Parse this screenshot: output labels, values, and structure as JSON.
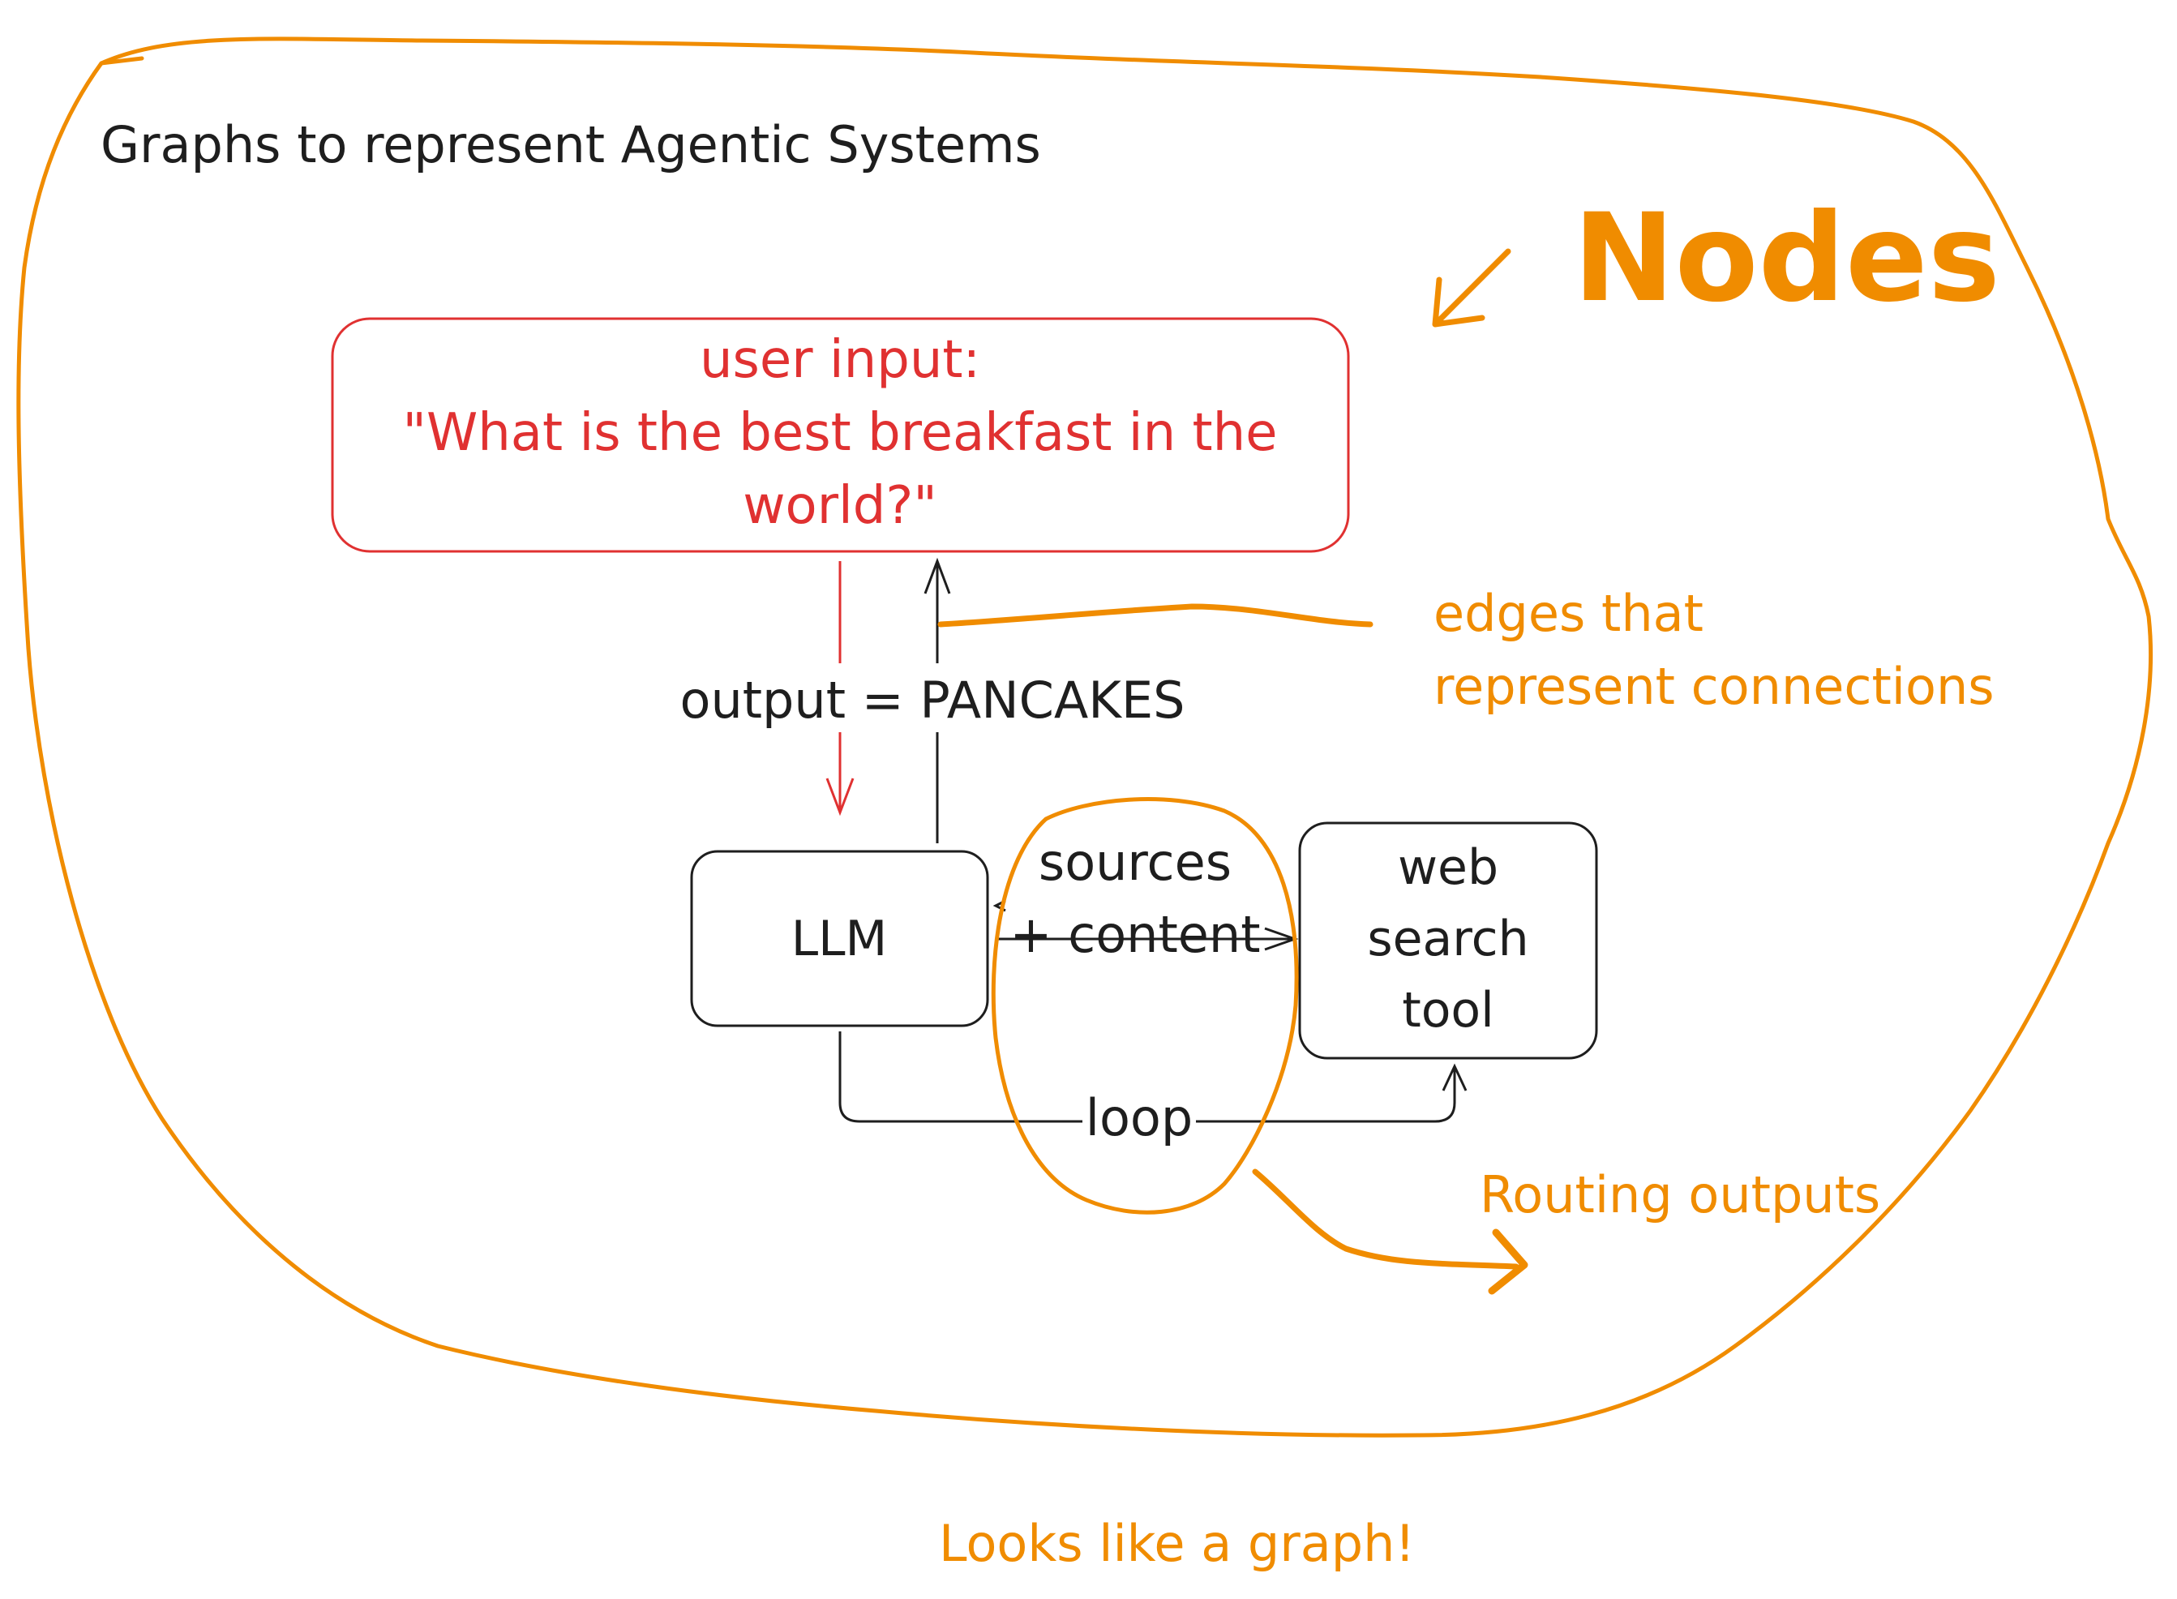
{
  "title": "Graphs to represent Agentic Systems",
  "annotations": {
    "nodes": "Nodes",
    "edges_line1": "edges that",
    "edges_line2": "represent connections",
    "routing": "Routing outputs",
    "footer": "Looks like a graph!"
  },
  "nodes": {
    "user_input_label": "user input:",
    "user_input_question_line1": "\"What is the best breakfast in the",
    "user_input_question_line2": "world?\"",
    "llm": "LLM",
    "tool_line1": "web",
    "tool_line2": "search",
    "tool_line3": "tool"
  },
  "edges": {
    "output": "output = PANCAKES",
    "sources_line1": "sources",
    "sources_line2": "+ content",
    "loop": "loop"
  },
  "colors": {
    "ink": "#1e1e1e",
    "red": "#e03131",
    "orange": "#f08c00"
  }
}
